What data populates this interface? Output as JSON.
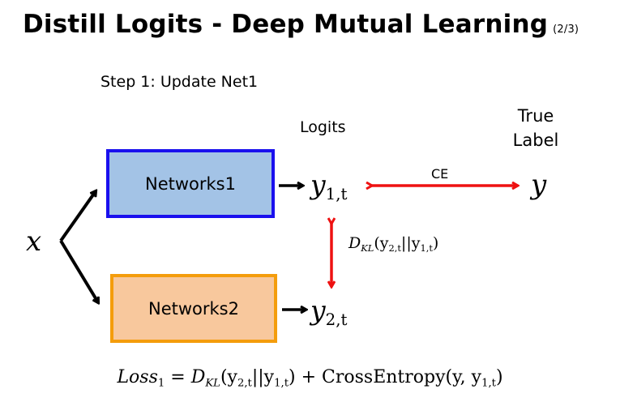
{
  "title": {
    "main": "Distill Logits - Deep Mutual Learning",
    "part": "(2/3)"
  },
  "step_label": "Step 1: Update Net1",
  "boxes": {
    "net1": "Networks1",
    "net2": "Networks2"
  },
  "labels": {
    "logits": "Logits",
    "true_line1": "True",
    "true_line2": "Label",
    "ce": "CE"
  },
  "math": {
    "x": "x",
    "y1_base": "y",
    "y1_sub": "1,t",
    "y2_base": "y",
    "y2_sub": "2,t",
    "y": "y",
    "kl_d": "D",
    "kl_sub": "KL",
    "kl_rest": "(y",
    "kl_s1": "2,t",
    "kl_mid": "||y",
    "kl_s2": "1,t",
    "kl_close": ")",
    "loss_name": "Loss",
    "loss_sub": "1",
    "loss_eq": " = ",
    "loss_d": "D",
    "loss_dsub": "KL",
    "loss_a": "(y",
    "loss_as": "2,t",
    "loss_b": "||y",
    "loss_bs": "1,t",
    "loss_c": ")",
    "loss_plus": " + ",
    "loss_ce": "CrossEntropy",
    "loss_ce_args": "(y, y",
    "loss_ce_sub": "1,t",
    "loss_ce_close": ")"
  },
  "colors": {
    "net1_fill": "#a3c3e6",
    "net1_border": "#1a10ee",
    "net2_fill": "#f8c89d",
    "net2_border": "#f49d0c",
    "arrow_red": "#ee1111"
  }
}
